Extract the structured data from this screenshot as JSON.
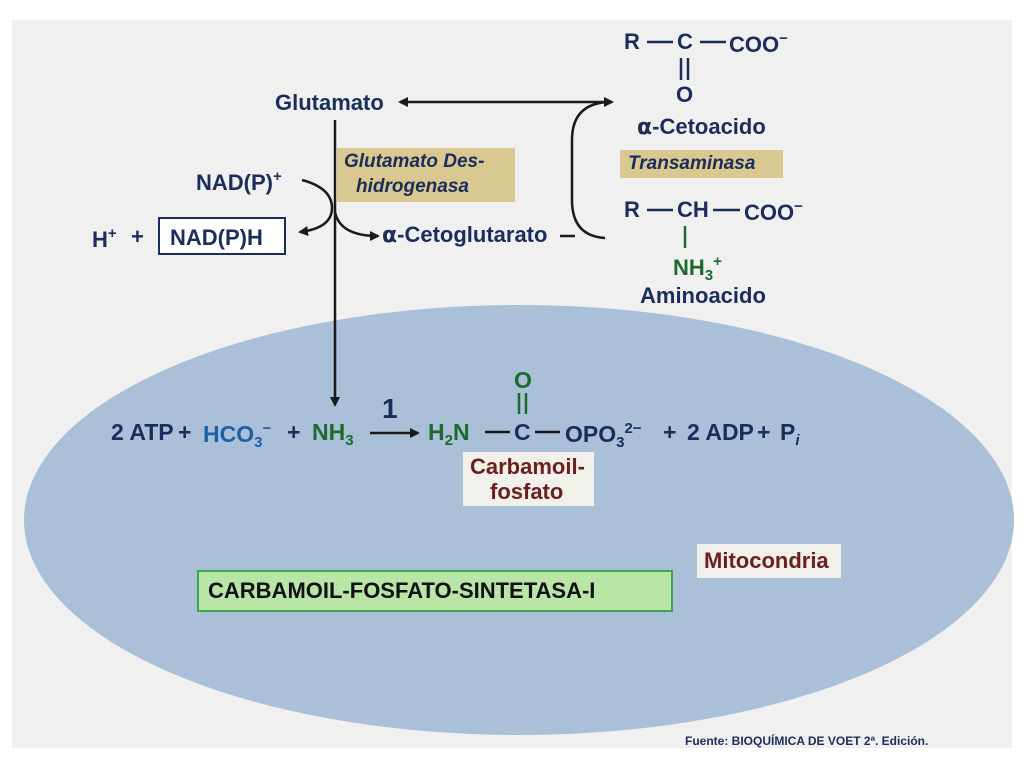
{
  "labels": {
    "glutamato": "Glutamato",
    "enzyme_gdh_line1": "Glutamato Des-",
    "enzyme_gdh_line2": "hidrogenasa",
    "nadp_plus": "NAD(P)",
    "nadp_plus_sup": "+",
    "h_plus": "H",
    "h_plus_sup": "+",
    "plus": "+",
    "nadph": "NAD(P)H",
    "alpha": "α",
    "cetoglutarato": "-Cetoglutarato",
    "transaminasa": "Transaminasa",
    "cetoacido": "-Cetoacido",
    "aminoacido": "Aminoacido",
    "r": "R",
    "c": "C",
    "ch": "CH",
    "o": "O",
    "coo": "COO",
    "coo_charge": "−",
    "nh3": "NH",
    "nh3_sub": "3",
    "nh3_sup": "+",
    "mitocondria": "Mitocondria",
    "enzyme_main": "CARBAMOIL-FOSFATO-SINTETASA-I",
    "source": "Fuente:  BIOQUÍMICA DE VOET   2ª. Edición."
  },
  "equation": {
    "atp": "2 ATP",
    "plus": "+",
    "hco": "HCO",
    "hco_sub": "3",
    "hco_sup": "−",
    "nh": "NH",
    "nh_sub": "3",
    "step": "1",
    "h2n_h": "H",
    "h2n_sub": "2",
    "h2n_n": "N",
    "c": "C",
    "o": "O",
    "opo": "OPO",
    "opo_sub": "3",
    "opo_sup": "2−",
    "adp": "2 ADP",
    "p": "P",
    "p_sub": "i"
  },
  "carbamoil": {
    "line1": "Carbamoil-",
    "line2": "fosfato"
  },
  "colors": {
    "mitochondria_fill": "#a9c0d8",
    "navy": "#1a2d5c",
    "blue": "#1f5fa8",
    "green": "#1c6a2e",
    "maroon": "#6b1f1f",
    "tan_box": "#d9c890",
    "enzyme_box": "#b9e6a6",
    "enzyme_border": "#3aa84a"
  }
}
